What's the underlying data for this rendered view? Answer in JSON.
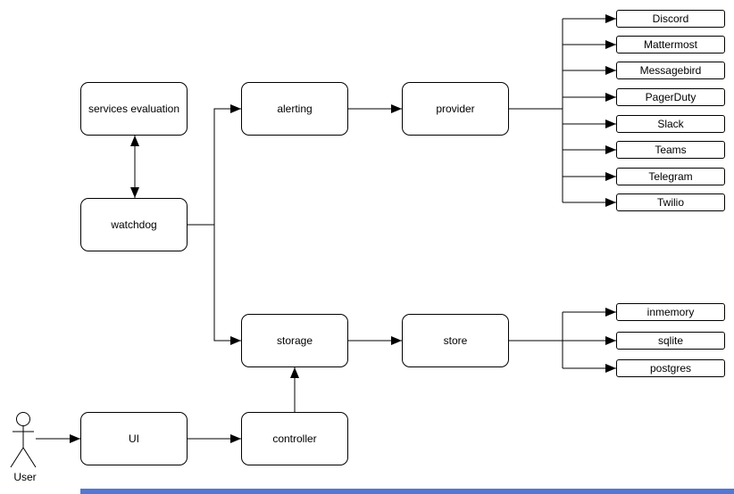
{
  "diagram": {
    "nodes": {
      "services_evaluation": "services evaluation",
      "watchdog": "watchdog",
      "alerting": "alerting",
      "provider": "provider",
      "storage": "storage",
      "store": "store",
      "ui": "UI",
      "controller": "controller"
    },
    "providers": [
      "Discord",
      "Mattermost",
      "Messagebird",
      "PagerDuty",
      "Slack",
      "Teams",
      "Telegram",
      "Twilio"
    ],
    "stores": [
      "inmemory",
      "sqlite",
      "postgres"
    ],
    "actor_label": "User",
    "colors": {
      "stroke": "#000000",
      "node_fill": "#ffffff",
      "background": "#ffffff",
      "scrollbar": "#5377d2"
    }
  }
}
